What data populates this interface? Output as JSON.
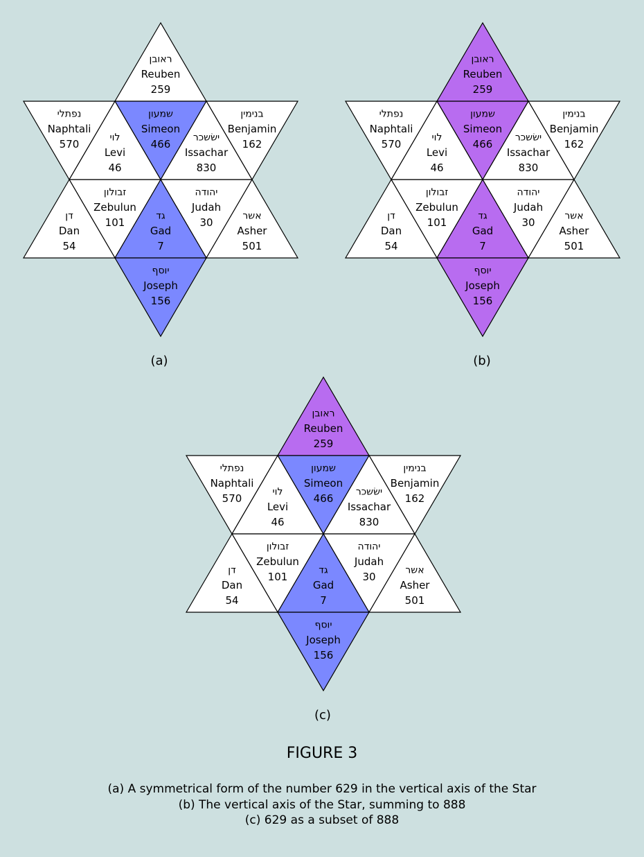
{
  "colors": {
    "white": "#ffffff",
    "blue": "#7b88ff",
    "purple": "#b86cf0",
    "background": "#cde0e0"
  },
  "tribes": {
    "reuben": {
      "heb": "ראובן",
      "name": "Reuben",
      "value": "259"
    },
    "naphtali": {
      "heb": "נפתלי",
      "name": "Naphtali",
      "value": "570"
    },
    "simeon": {
      "heb": "שמעון",
      "name": "Simeon",
      "value": "466"
    },
    "benjamin": {
      "heb": "בנימין",
      "name": "Benjamin",
      "value": "162"
    },
    "levi": {
      "heb": "לוי",
      "name": "Levi",
      "value": "46"
    },
    "issachar": {
      "heb": "ישׂשכר",
      "name": "Issachar",
      "value": "830"
    },
    "zebulun": {
      "heb": "זבולון",
      "name": "Zebulun",
      "value": "101"
    },
    "judah": {
      "heb": "יהודה",
      "name": "Judah",
      "value": "30"
    },
    "dan": {
      "heb": "דן",
      "name": "Dan",
      "value": "54"
    },
    "gad": {
      "heb": "גד",
      "name": "Gad",
      "value": "7"
    },
    "asher": {
      "heb": "אשר",
      "name": "Asher",
      "value": "501"
    },
    "joseph": {
      "heb": "יוסף",
      "name": "Joseph",
      "value": "156"
    }
  },
  "stars": [
    {
      "label": "(a)",
      "fills": {
        "simeon": "blue",
        "gad": "blue",
        "joseph": "blue"
      }
    },
    {
      "label": "(b)",
      "fills": {
        "reuben": "purple",
        "simeon": "purple",
        "gad": "purple",
        "joseph": "purple"
      }
    },
    {
      "label": "(c)",
      "fills": {
        "reuben": "purple",
        "simeon": "blue",
        "gad": "blue",
        "joseph": "blue"
      }
    }
  ],
  "figure_title": "FIGURE 3",
  "captions": [
    "(a) A symmetrical form of the number 629 in the vertical axis of the Star",
    "(b) The vertical axis of the Star, summing to 888",
    "(c) 629 as a subset of 888"
  ]
}
